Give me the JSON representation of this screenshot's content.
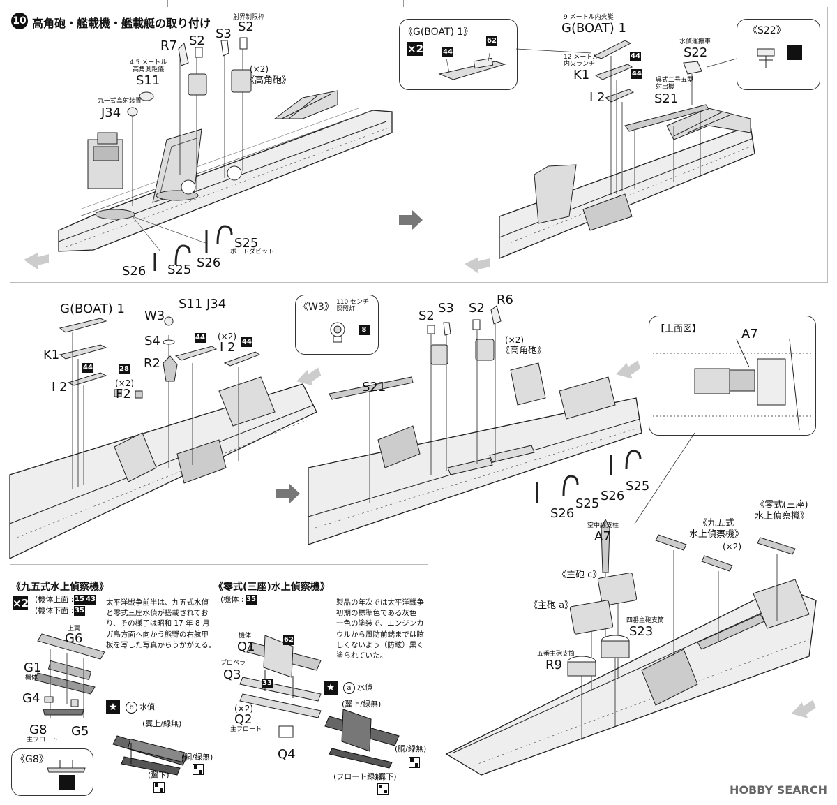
{
  "step": {
    "number": "10",
    "title": "高角砲・艦載機・艦載艇の取り付け"
  },
  "panel1": {
    "labels": {
      "r7": "R7",
      "s2a": "S2",
      "s3": "S3",
      "s2b": "S2",
      "shakai_note": "射界制限枠",
      "x2": "(×2)",
      "koukakuhou": "《高角砲》",
      "s11_note": "4.5 メートル\n高角測距儀",
      "s11": "S11",
      "j34_note": "九一式高射装置",
      "j34": "J34",
      "s25a": "S25",
      "s25_note": "ボートダビット",
      "s26a": "S26",
      "s25b": "S25",
      "s26b": "S26"
    }
  },
  "callout_gboat": {
    "title": "《G(BOAT) 1》",
    "x2": "×2",
    "part44": "44",
    "part62": "62"
  },
  "panel2": {
    "labels": {
      "gboat_note": "9 メートル内火艇",
      "gboat": "G(BOAT) 1",
      "k1_note": "12 メートル\n内火ランチ",
      "k1": "K1",
      "i2": "I 2",
      "p44a": "44",
      "p44b": "44",
      "s21_note": "呉式二号五型\n射出機",
      "s21": "S21",
      "s22_note": "水偵運搬車",
      "s22": "S22"
    }
  },
  "callout_s22": {
    "title": "《S22》"
  },
  "panel3": {
    "labels": {
      "gboat": "G(BOAT) 1",
      "k1": "K1",
      "i2a": "I 2",
      "p44a": "44",
      "p28": "28",
      "x2a": "(×2)",
      "f2": "F2",
      "w3": "W3",
      "s4": "S4",
      "r2": "R2",
      "s11": "S11",
      "j34": "J34",
      "p44b": "44",
      "x2b": "(×2)",
      "i2b": "I 2",
      "p44c": "44"
    }
  },
  "callout_w3": {
    "title": "《W3》",
    "note": "110 センチ\n探照灯",
    "part": "8"
  },
  "panel4": {
    "labels": {
      "s2a": "S2",
      "s3": "S3",
      "s2b": "S2",
      "r6": "R6",
      "x2": "(×2)",
      "koukakuhou": "《高角砲》",
      "s21": "S21",
      "s25a": "S25",
      "s26a": "S26",
      "s25b": "S25",
      "s26b": "S26"
    }
  },
  "callout_top": {
    "title": "【上面図】",
    "a7": "A7"
  },
  "panel5": {
    "labels": {
      "a7_note": "空中線支柱",
      "a7": "A7",
      "shuhou_c": "《主砲 c》",
      "shuhou_a": "《主砲 a》",
      "s23_note": "四番主砲支筒",
      "s23": "S23",
      "r9_note": "五番主砲支筒",
      "r9": "R9",
      "type95": "《九五式\n水上偵察機》",
      "type95_x2": "(×2)",
      "type0": "《零式(三座)\n水上偵察機》"
    }
  },
  "plane95": {
    "title": "《九五式水上偵察機》",
    "x2": "×2",
    "upper_label": "(機体上面 :",
    "upper_parts": [
      "15",
      "43"
    ],
    "lower_label": "(機体下面 :",
    "lower_part": "35",
    "note": "太平洋戦争前半は、九五式水偵\nと零式三座水偵が搭載されてお\nり、その様子は昭和 17 年 8 月\nガ島方面へ向かう熊野の右舷甲\n板を写した写真からうかがえる。",
    "g6_note": "上翼",
    "g6": "G6",
    "g1": "G1",
    "g1_note": "機体",
    "g4": "G4",
    "g8": "G8",
    "g8_note": "主フロート",
    "g5": "G5",
    "scheme_letter": "b",
    "scheme_label": "水偵",
    "wing_top": "(翼上/緑無)",
    "fuselage": "(胴/緑無)",
    "wing_bottom": "(翼下)"
  },
  "callout_g8": {
    "title": "《G8》"
  },
  "plane0": {
    "title": "《零式(三座)水上偵察機》",
    "body_label": "(機体 :",
    "body_part": "35",
    "note": "製品の年次では太平洋戦争\n初期の標準色である灰色\n一色の塗装で、エンジンカ\nウルから風防前端までは眩\nしくないよう（防眩）黒く\n塗られていた。",
    "q1_note": "機体",
    "q1": "Q1",
    "p62": "62",
    "q3_note": "プロペラ",
    "q3": "Q3",
    "p33": "33",
    "x2": "(×2)",
    "q2": "Q2",
    "q2_note": "主フロート",
    "q4": "Q4",
    "scheme_letter": "a",
    "scheme_label": "水偵",
    "wing_top": "(翼上/緑無)",
    "fuselage": "(胴/緑無)",
    "float": "(フロート緑無)",
    "wing_bottom": "(翼下)"
  },
  "watermark": "HOBBY SEARCH"
}
